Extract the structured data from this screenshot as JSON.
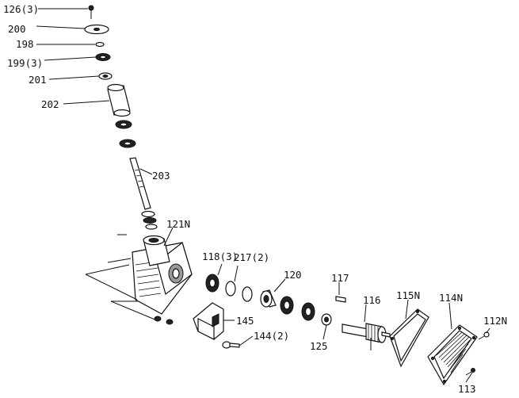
{
  "labels": {
    "l126": "126(3)",
    "l200": "200",
    "l198": "198",
    "l199": "199(3)",
    "l201": "201",
    "l202": "202",
    "l203": "203",
    "l121": "121N",
    "l118": "118(3)",
    "l217": "217(2)",
    "l120": "120",
    "l117": "117",
    "l116": "116",
    "l115": "115N",
    "l114": "114N",
    "l112": "112N",
    "l145": "145",
    "l144": "144(2)",
    "l125": "125",
    "l113": "113"
  }
}
